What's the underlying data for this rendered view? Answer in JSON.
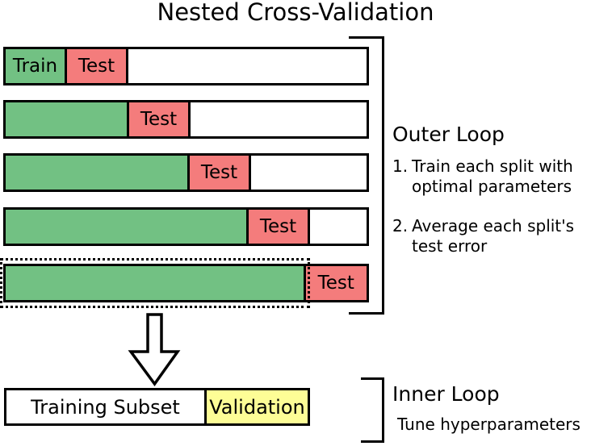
{
  "title": "Nested Cross-Validation",
  "colors": {
    "train_green": "#72c183",
    "test_red": "#f47c7c",
    "validation_yellow": "#fdfd96",
    "line_black": "#000000",
    "background_white": "#ffffff"
  },
  "outer_loop": {
    "heading": "Outer Loop",
    "steps": [
      {
        "number": "1.",
        "line1": "Train each split with",
        "line2": "optimal parameters"
      },
      {
        "number": "2.",
        "line1": "Average each split's",
        "line2": "test error"
      }
    ]
  },
  "inner_loop": {
    "heading": "Inner Loop",
    "note": "Tune hyperparameters"
  },
  "folds": [
    {
      "index": 1,
      "train_label": "Train",
      "test_label": "Test",
      "train_width": 76,
      "test_width": 76,
      "highlighted": false
    },
    {
      "index": 2,
      "train_label": "",
      "test_label": "Test",
      "train_width": 153,
      "test_width": 76,
      "highlighted": false
    },
    {
      "index": 3,
      "train_label": "",
      "test_label": "Test",
      "train_width": 228,
      "test_width": 76,
      "highlighted": false
    },
    {
      "index": 4,
      "train_label": "",
      "test_label": "Test",
      "train_width": 301,
      "test_width": 76,
      "highlighted": false
    },
    {
      "index": 5,
      "train_label": "",
      "test_label": "Test",
      "train_width": 374,
      "test_width": 76,
      "highlighted": true
    }
  ],
  "bottom_bar": {
    "training_subset_label": "Training Subset",
    "validation_label": "Validation"
  },
  "arrow": {
    "name": "down-arrow",
    "direction": "down"
  }
}
